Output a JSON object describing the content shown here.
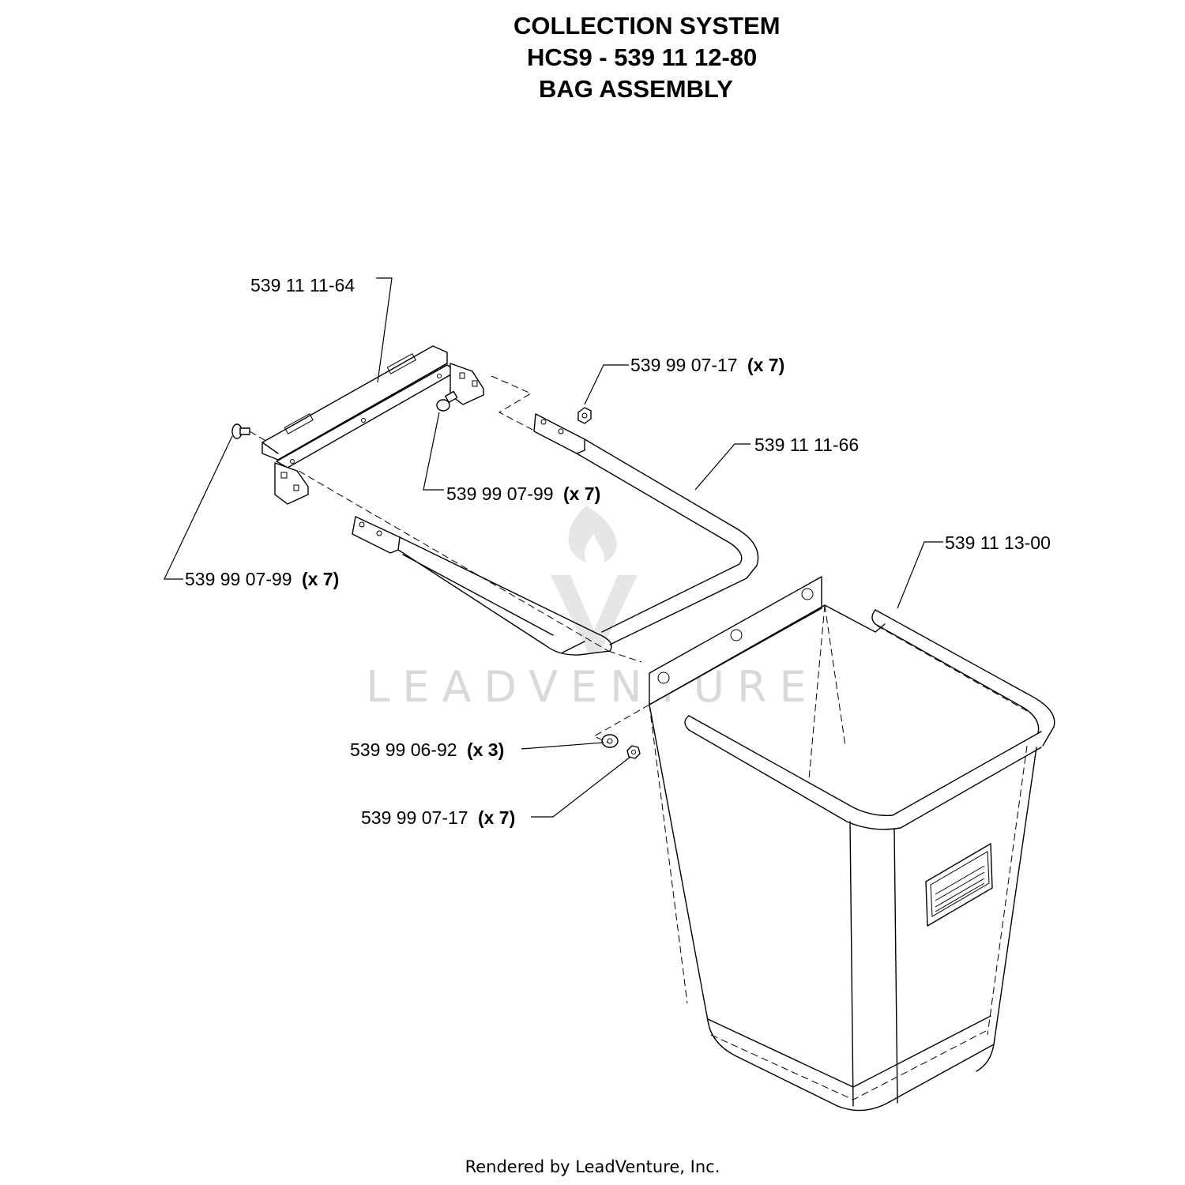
{
  "title": {
    "line1": "COLLECTION SYSTEM",
    "line2": "HCS9 - 539 11 12-80",
    "line3": "BAG ASSEMBLY"
  },
  "callouts": {
    "bracket": {
      "part": "539 11 11-64",
      "qty": ""
    },
    "nut_top": {
      "part": "539 99 07-17",
      "qty": "(x 7)"
    },
    "frame": {
      "part": "539 11 11-66",
      "qty": ""
    },
    "bolt_mid": {
      "part": "539 99 07-99",
      "qty": "(x 7)"
    },
    "bolt_left": {
      "part": "539 99 07-99",
      "qty": "(x 7)"
    },
    "bag": {
      "part": "539 11 13-00",
      "qty": ""
    },
    "washer": {
      "part": "539 99 06-92",
      "qty": "(x 3)"
    },
    "nut_bottom": {
      "part": "539 99 07-17",
      "qty": "(x 7)"
    }
  },
  "watermark": {
    "brand": "LEADVENTURE",
    "icon": "flame-v-logo-icon"
  },
  "footer": {
    "text": "Rendered by LeadVenture, Inc."
  }
}
